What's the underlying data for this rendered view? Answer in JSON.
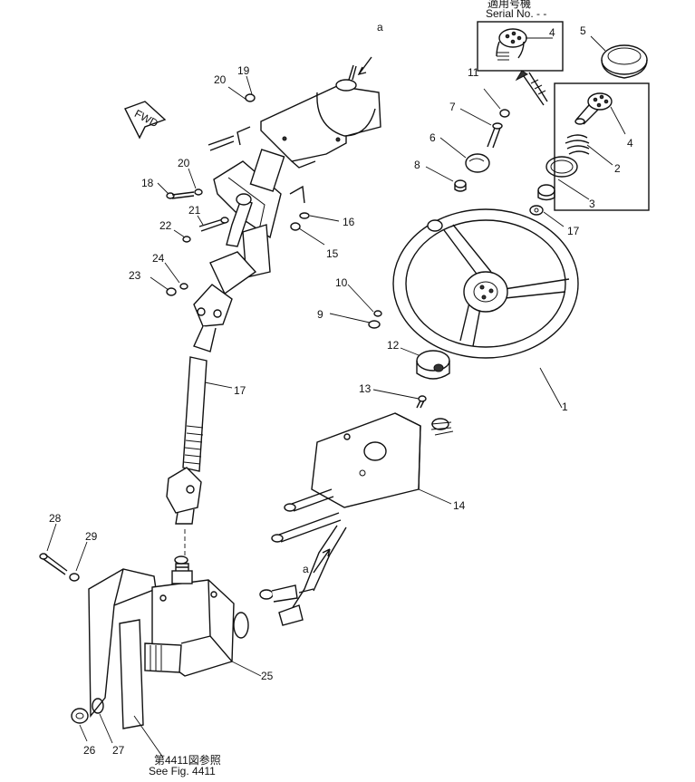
{
  "diagram": {
    "serial_header_jp": "適用号機",
    "serial_header_en": "Serial No. - -",
    "fwd_label": "FWD",
    "ref_note_jp": "第4411図参照",
    "ref_note_en": "See Fig. 4411",
    "callouts": {
      "p1": "1",
      "p2": "2",
      "p3": "3",
      "p4a": "4",
      "p4b": "4",
      "p5": "5",
      "p6": "6",
      "p7": "7",
      "p8": "8",
      "p9": "9",
      "p10": "10",
      "p11": "11",
      "p12": "12",
      "p13": "13",
      "p14": "14",
      "p15": "15",
      "p16": "16",
      "p17a": "17",
      "p17b": "17",
      "p18": "18",
      "p19": "19",
      "p20a": "20",
      "p20b": "20",
      "p21": "21",
      "p22": "22",
      "p23": "23",
      "p24": "24",
      "p25": "25",
      "p26": "26",
      "p27": "27",
      "p28": "28",
      "p29": "29",
      "a_top": "a",
      "a_bottom": "a"
    }
  }
}
